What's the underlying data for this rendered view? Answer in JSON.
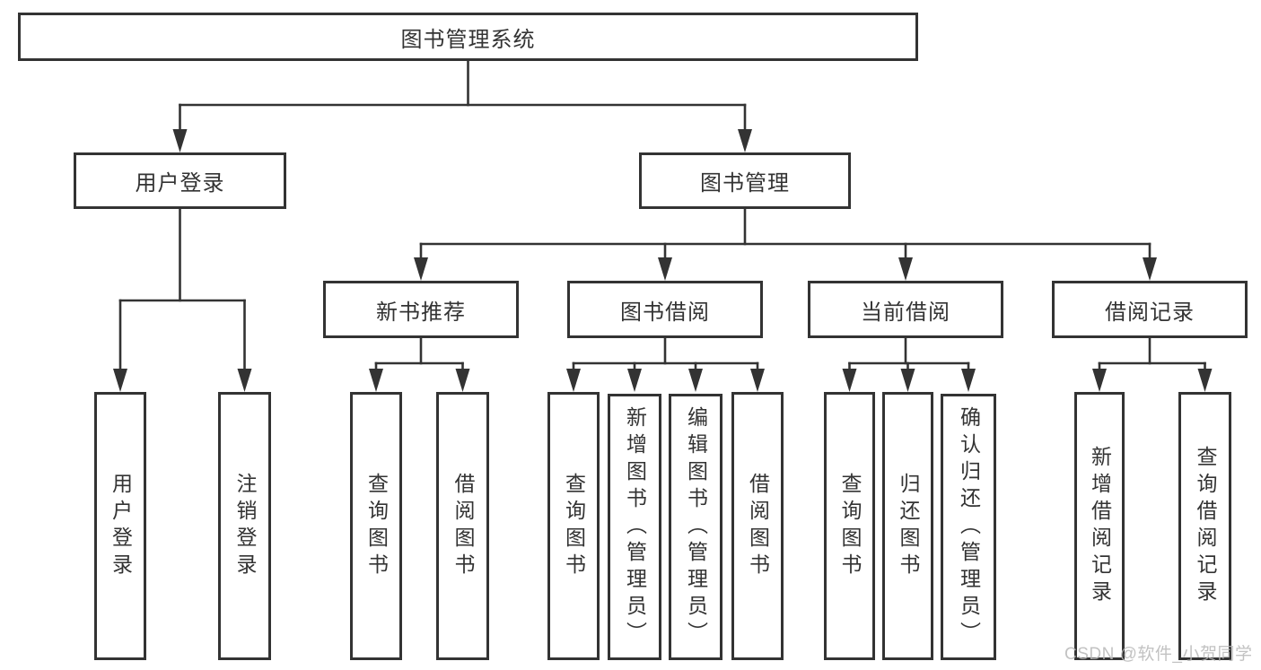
{
  "colors": {
    "line": "#333333",
    "box_border": "#333333",
    "text": "#333333",
    "background": "#ffffff",
    "watermark": "#b8b8b8"
  },
  "watermark": {
    "text": "CSDN @软件_小贺同学"
  },
  "tree": {
    "root": {
      "label": "图书管理系统"
    },
    "children": [
      {
        "label": "用户登录",
        "children": [
          {
            "label": "用户登录"
          },
          {
            "label": "注销登录"
          }
        ]
      },
      {
        "label": "图书管理",
        "children": [
          {
            "label": "新书推荐",
            "children": [
              {
                "label": "查询图书"
              },
              {
                "label": "借阅图书"
              }
            ]
          },
          {
            "label": "图书借阅",
            "children": [
              {
                "label": "查询图书"
              },
              {
                "label": "新增图书（管理员）"
              },
              {
                "label": "编辑图书（管理员）"
              },
              {
                "label": "借阅图书"
              }
            ]
          },
          {
            "label": "当前借阅",
            "children": [
              {
                "label": "查询图书"
              },
              {
                "label": "归还图书"
              },
              {
                "label": "确认归还（管理员）"
              }
            ]
          },
          {
            "label": "借阅记录",
            "children": [
              {
                "label": "新增借阅记录"
              },
              {
                "label": "查询借阅记录"
              }
            ]
          }
        ]
      }
    ]
  }
}
